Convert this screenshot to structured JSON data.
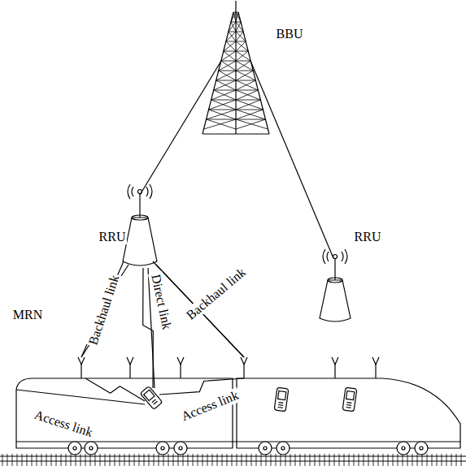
{
  "diagram": {
    "labels": [
      "BBU",
      "RRU",
      "RRU",
      "Backhaul link",
      "Direct link",
      "Backhaul link",
      "MRN",
      "Access link",
      "Access link"
    ]
  }
}
